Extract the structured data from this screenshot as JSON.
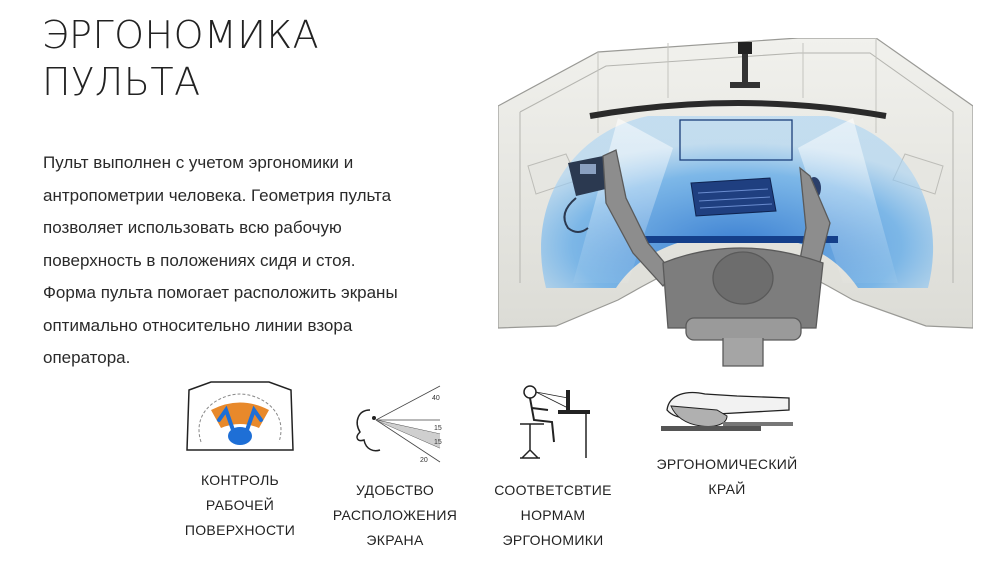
{
  "title": {
    "line1": "ЭРГОНОМИКА",
    "line2": "ПУЛЬТА"
  },
  "description": {
    "lines": [
      "Пульт выполнен с учетом эргономики и",
      "антропометрии человека. Геометрия пульта",
      "позволяет использовать всю рабочую",
      "поверхность в положениях сидя и стоя.",
      "Форма пульта помогает расположить экраны",
      "оптимально относительно линии взора",
      "оператора."
    ]
  },
  "hero_image": {
    "subject": "operator-console-top-view",
    "reach_zone_color": "#3a8fd9"
  },
  "features": [
    {
      "icon": "work-surface-reach-icon",
      "lines": [
        "КОНТРОЛЬ",
        "РАБОЧЕЙ",
        "ПОВЕРХНОСТИ"
      ]
    },
    {
      "icon": "viewing-angle-icon",
      "lines": [
        "УДОБСТВО",
        "РАСПОЛОЖЕНИЯ",
        "ЭКРАНА"
      ],
      "angle_labels": [
        "40",
        "15",
        "15",
        "20"
      ]
    },
    {
      "icon": "seated-operator-icon",
      "lines": [
        "СООТВЕТСВТИЕ",
        "НОРМАМ",
        "ЭРГОНОМИКИ"
      ]
    },
    {
      "icon": "hand-on-edge-icon",
      "lines": [
        "ЭРГОНОМИЧЕСКИЙ",
        "КРАЙ"
      ]
    }
  ]
}
